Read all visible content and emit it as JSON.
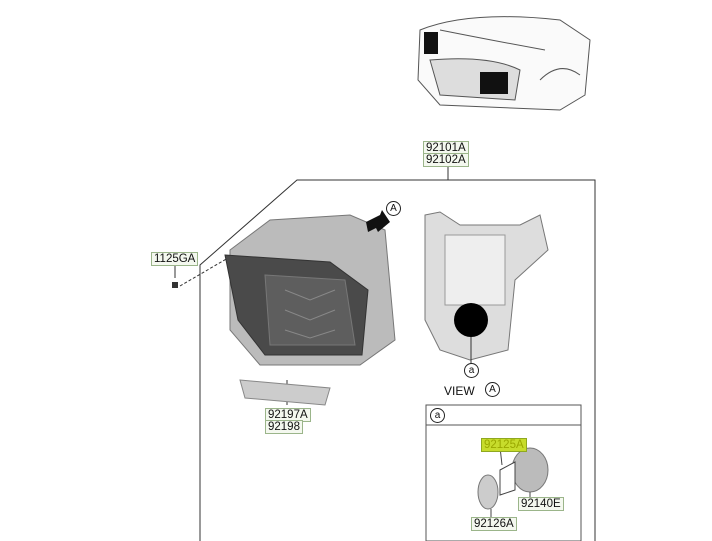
{
  "labels": {
    "assembly_left": "92101A",
    "assembly_right": "92102A",
    "screw": "1125GA",
    "bracket_left": "92197A",
    "bracket_right": "92198",
    "bulb_seal": "92125A",
    "socket": "92140E",
    "cover": "92126A"
  },
  "view": {
    "text": "VIEW",
    "marker": "A"
  },
  "detail": {
    "marker": "a"
  },
  "arrow_marker": "A",
  "callout_marker": "a"
}
